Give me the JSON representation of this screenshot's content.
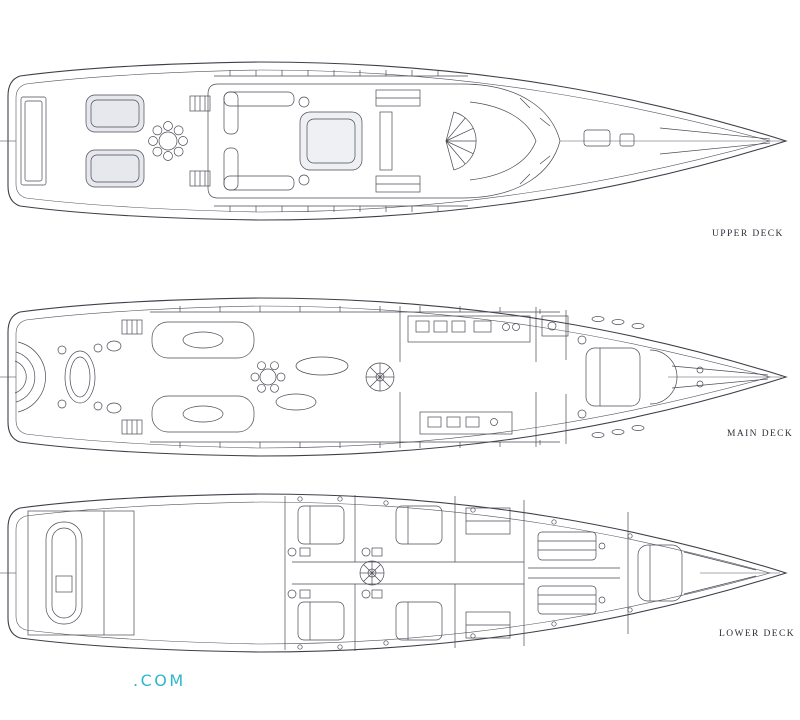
{
  "sheet": {
    "title": "yacht-deck-plans",
    "background_color": "#ffffff",
    "line_color": "#3f3f4a"
  },
  "decks": [
    {
      "id": "upper",
      "label": "UPPER DECK"
    },
    {
      "id": "main",
      "label": "MAIN DECK"
    },
    {
      "id": "lower",
      "label": "LOWER DECK"
    }
  ],
  "watermark": {
    "text": ".COM",
    "color": "#2fb6cf"
  }
}
